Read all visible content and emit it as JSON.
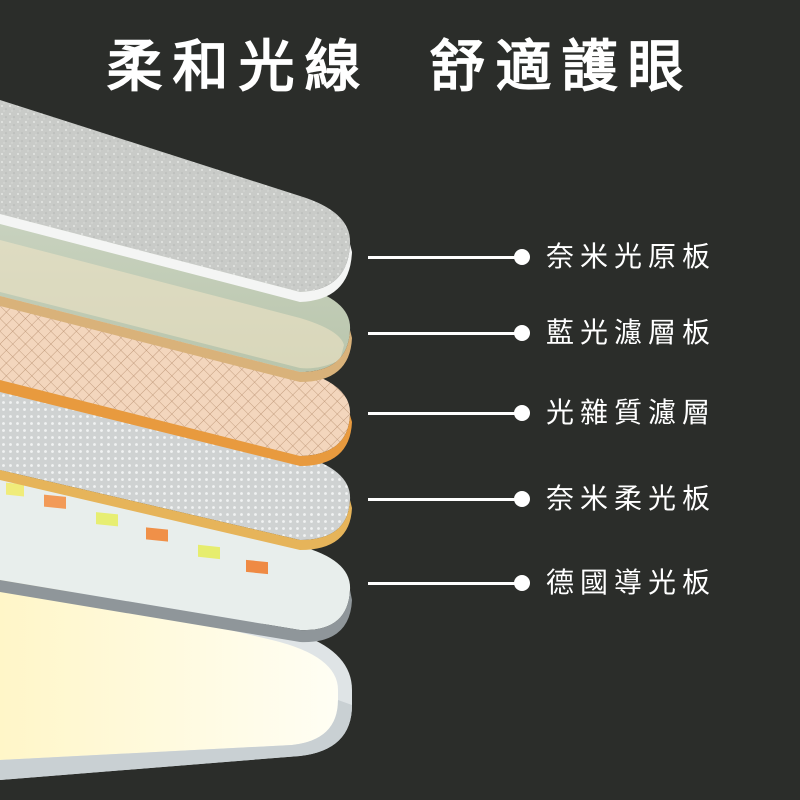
{
  "headline": "柔和光線  舒適護眼",
  "background_color": "#2b2d2a",
  "accent_color": "#ffffff",
  "layers": [
    {
      "label": "奈米光原板",
      "icon": "nano-light-plate-layer"
    },
    {
      "label": "藍光濾層板",
      "icon": "blue-light-filter-layer"
    },
    {
      "label": "光雜質濾層",
      "icon": "light-impurity-filter-layer"
    },
    {
      "label": "奈米柔光板",
      "icon": "nano-soft-light-layer"
    },
    {
      "label": "德國導光板",
      "icon": "light-guide-plate-layer"
    }
  ],
  "base": {
    "icon": "led-base-housing"
  }
}
